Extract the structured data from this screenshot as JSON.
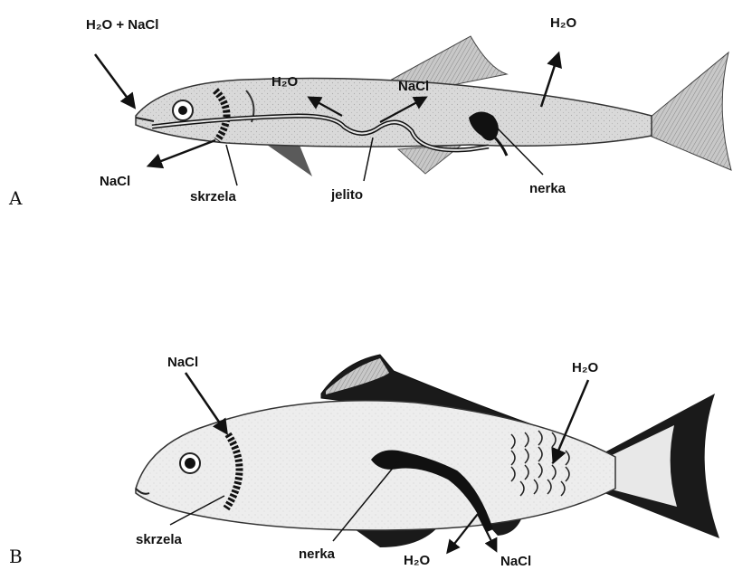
{
  "panels": {
    "a": {
      "letter": "A",
      "labels": {
        "inflow": "H₂O + NaCl",
        "water_out": "H₂O",
        "gut_water": "H₂O",
        "gut_salt": "NaCl",
        "gill_salt": "NaCl",
        "gills": "skrzela",
        "intestine": "jelito",
        "kidney": "nerka"
      }
    },
    "b": {
      "letter": "B",
      "labels": {
        "salt_in": "NaCl",
        "water_in": "H₂O",
        "gills": "skrzela",
        "kidney": "nerka",
        "urine_water": "H₂O",
        "urine_salt": "NaCl"
      }
    }
  },
  "colors": {
    "body_a": "#d9d9d9",
    "body_b": "#ececec",
    "outline": "#222222",
    "dark": "#1a1a1a"
  }
}
